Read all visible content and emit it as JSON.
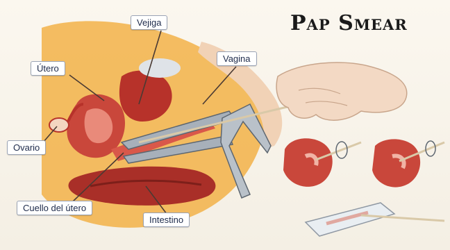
{
  "title": "Pap Smear",
  "labels": {
    "vejiga": "Vejiga",
    "utero": "Útero",
    "vagina": "Vagina",
    "ovario": "Ovario",
    "cuello": "Cuello del útero",
    "intestino": "Intestino"
  },
  "colors": {
    "background": "#f7f3ea",
    "tissue": "#c0392b",
    "fat": "#f2b248",
    "skin": "#f1d2b6",
    "speculum": "#9aa3ad",
    "label_text": "#1d2a4a"
  }
}
